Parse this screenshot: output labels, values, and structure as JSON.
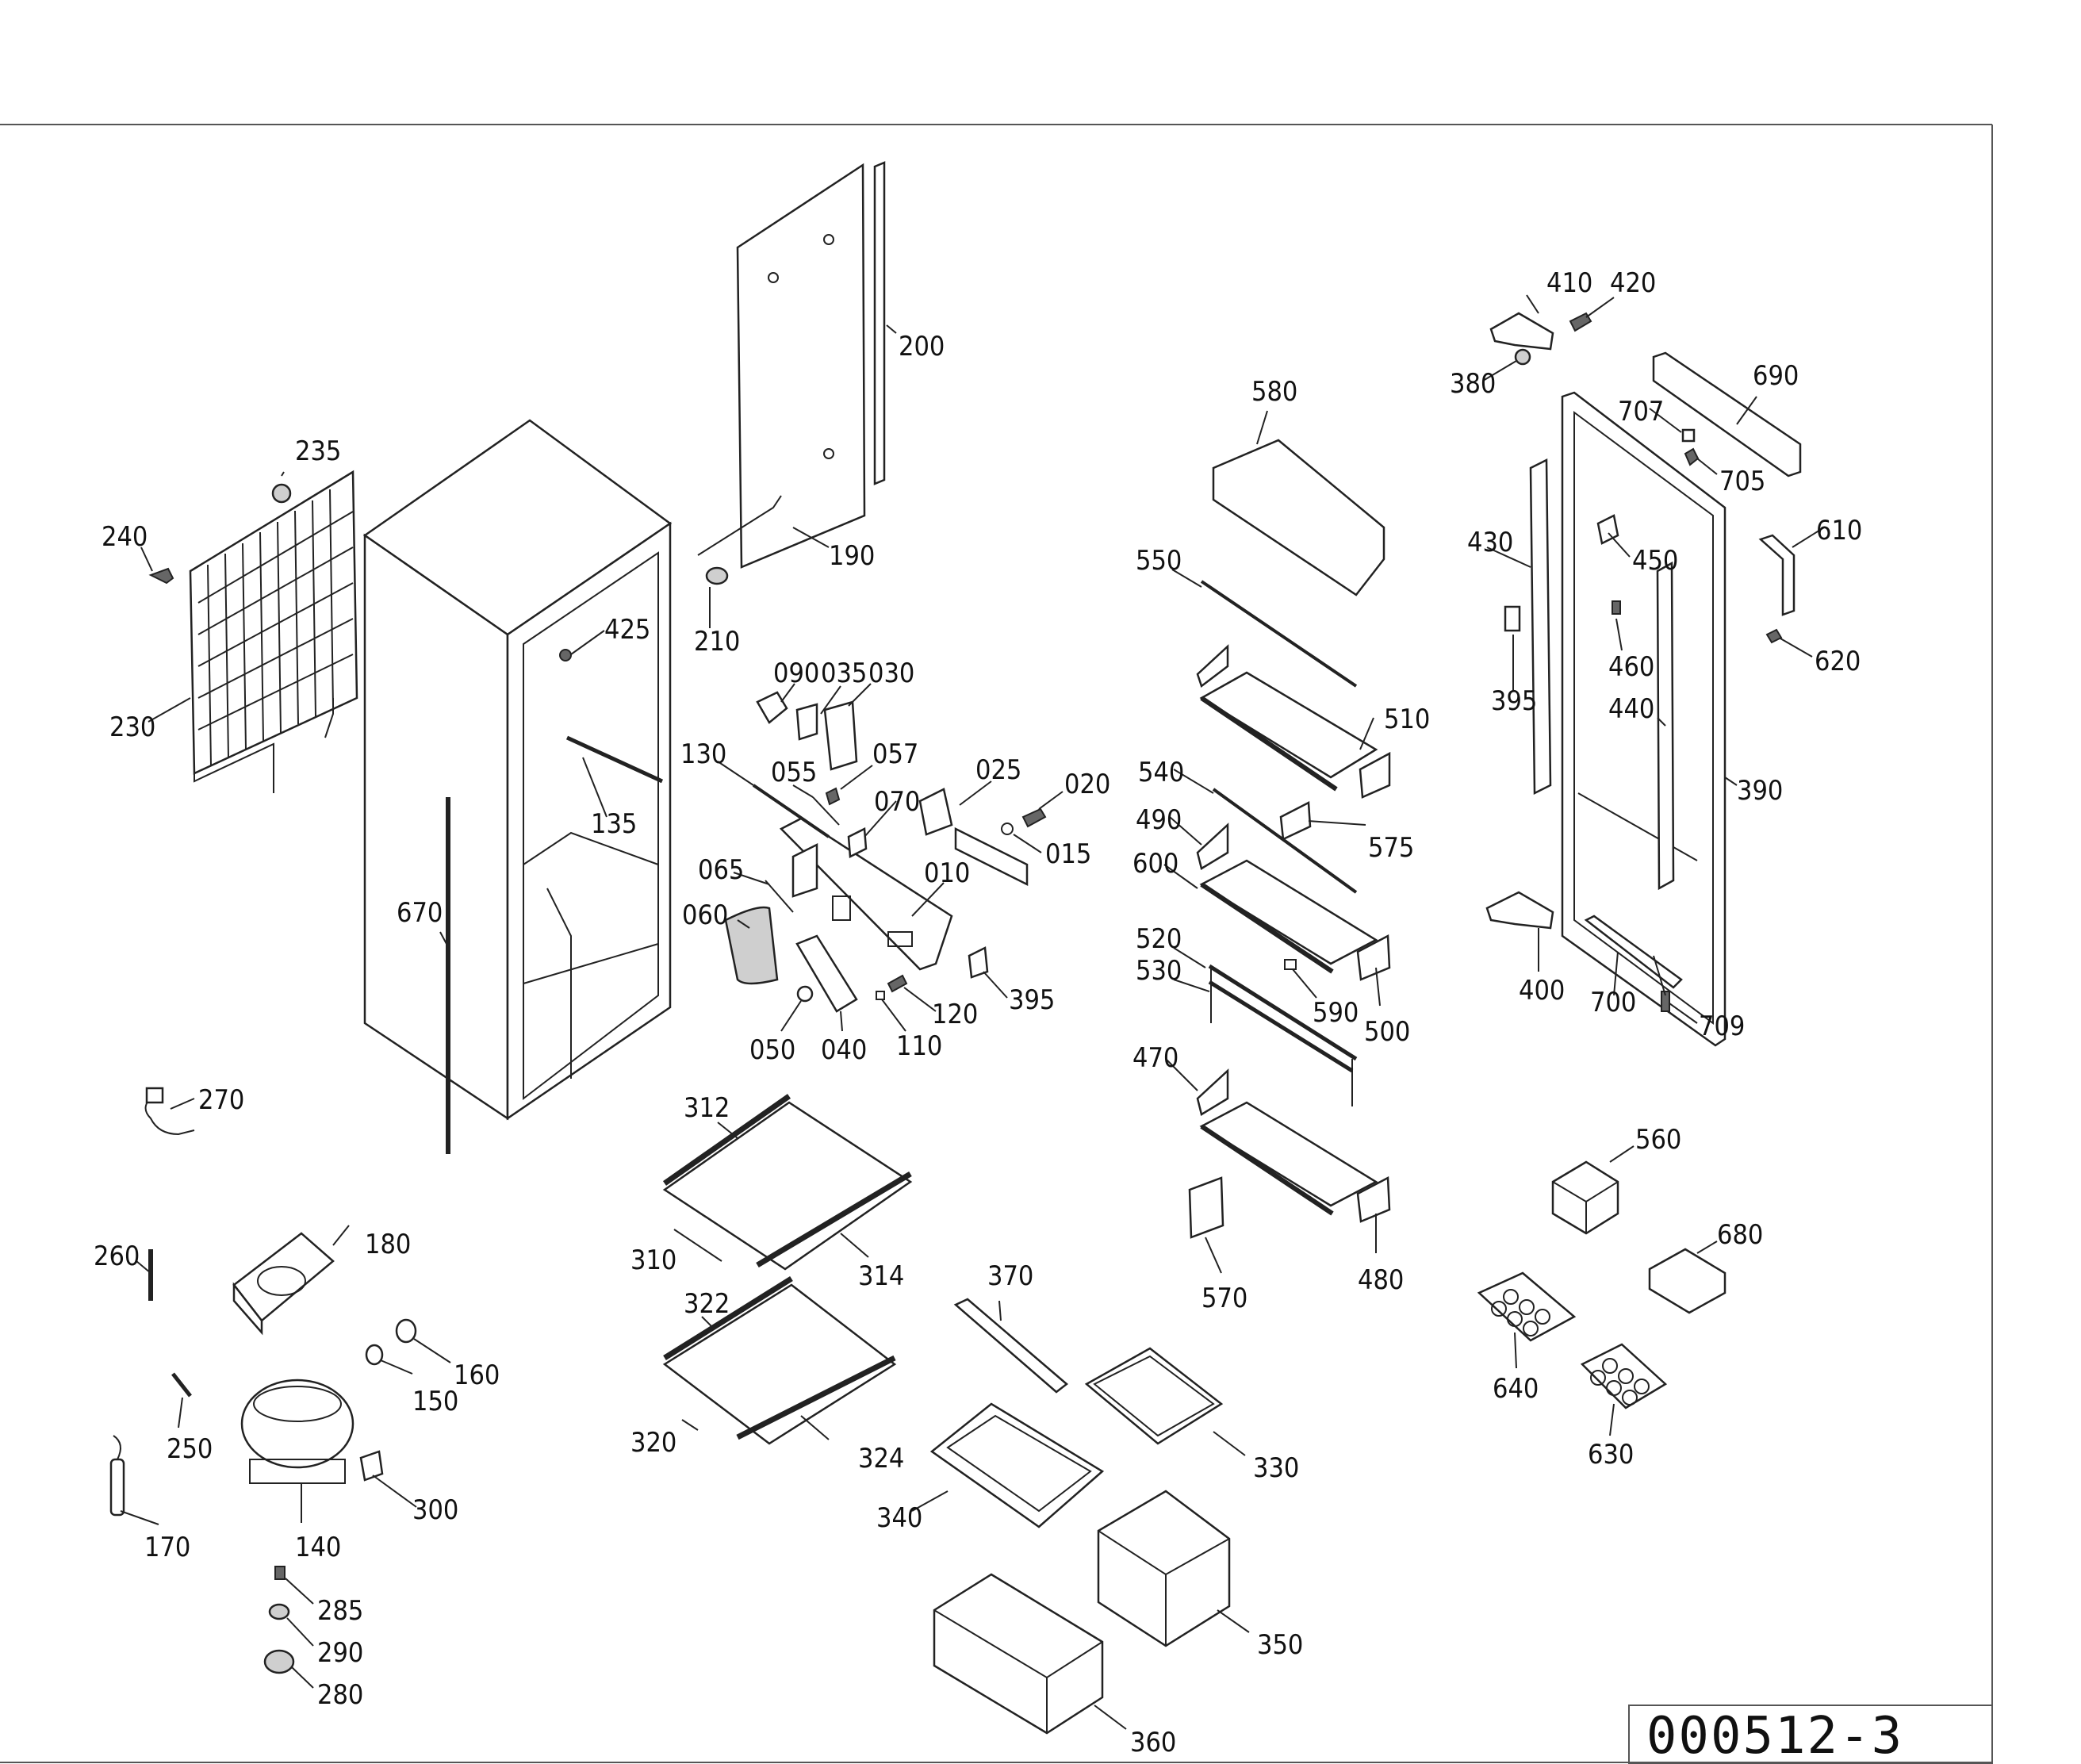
{
  "document": {
    "drawing_code": "000512-3"
  },
  "callouts": {
    "c010": "010",
    "c015": "015",
    "c020": "020",
    "c025": "025",
    "c030": "030",
    "c035": "035",
    "c040": "040",
    "c050": "050",
    "c055": "055",
    "c057": "057",
    "c060": "060",
    "c065": "065",
    "c070": "070",
    "c090": "090",
    "c110": "110",
    "c120": "120",
    "c130": "130",
    "c135": "135",
    "c140": "140",
    "c150": "150",
    "c160": "160",
    "c170": "170",
    "c180": "180",
    "c190": "190",
    "c200": "200",
    "c210": "210",
    "c230": "230",
    "c235": "235",
    "c240": "240",
    "c250": "250",
    "c260": "260",
    "c270": "270",
    "c280": "280",
    "c285": "285",
    "c290": "290",
    "c300": "300",
    "c310": "310",
    "c312": "312",
    "c314": "314",
    "c320": "320",
    "c322": "322",
    "c324": "324",
    "c330": "330",
    "c340": "340",
    "c350": "350",
    "c360": "360",
    "c370": "370",
    "c380": "380",
    "c390": "390",
    "c395a": "395",
    "c395b": "395",
    "c400": "400",
    "c410": "410",
    "c420": "420",
    "c425": "425",
    "c430": "430",
    "c440": "440",
    "c450": "450",
    "c460": "460",
    "c470": "470",
    "c480": "480",
    "c490": "490",
    "c500": "500",
    "c510": "510",
    "c520": "520",
    "c530": "530",
    "c540": "540",
    "c550": "550",
    "c560": "560",
    "c570": "570",
    "c575": "575",
    "c580": "580",
    "c590": "590",
    "c600": "600",
    "c610": "610",
    "c620": "620",
    "c630": "630",
    "c640": "640",
    "c670": "670",
    "c680": "680",
    "c690": "690",
    "c700": "700",
    "c705": "705",
    "c707": "707",
    "c709": "709"
  }
}
